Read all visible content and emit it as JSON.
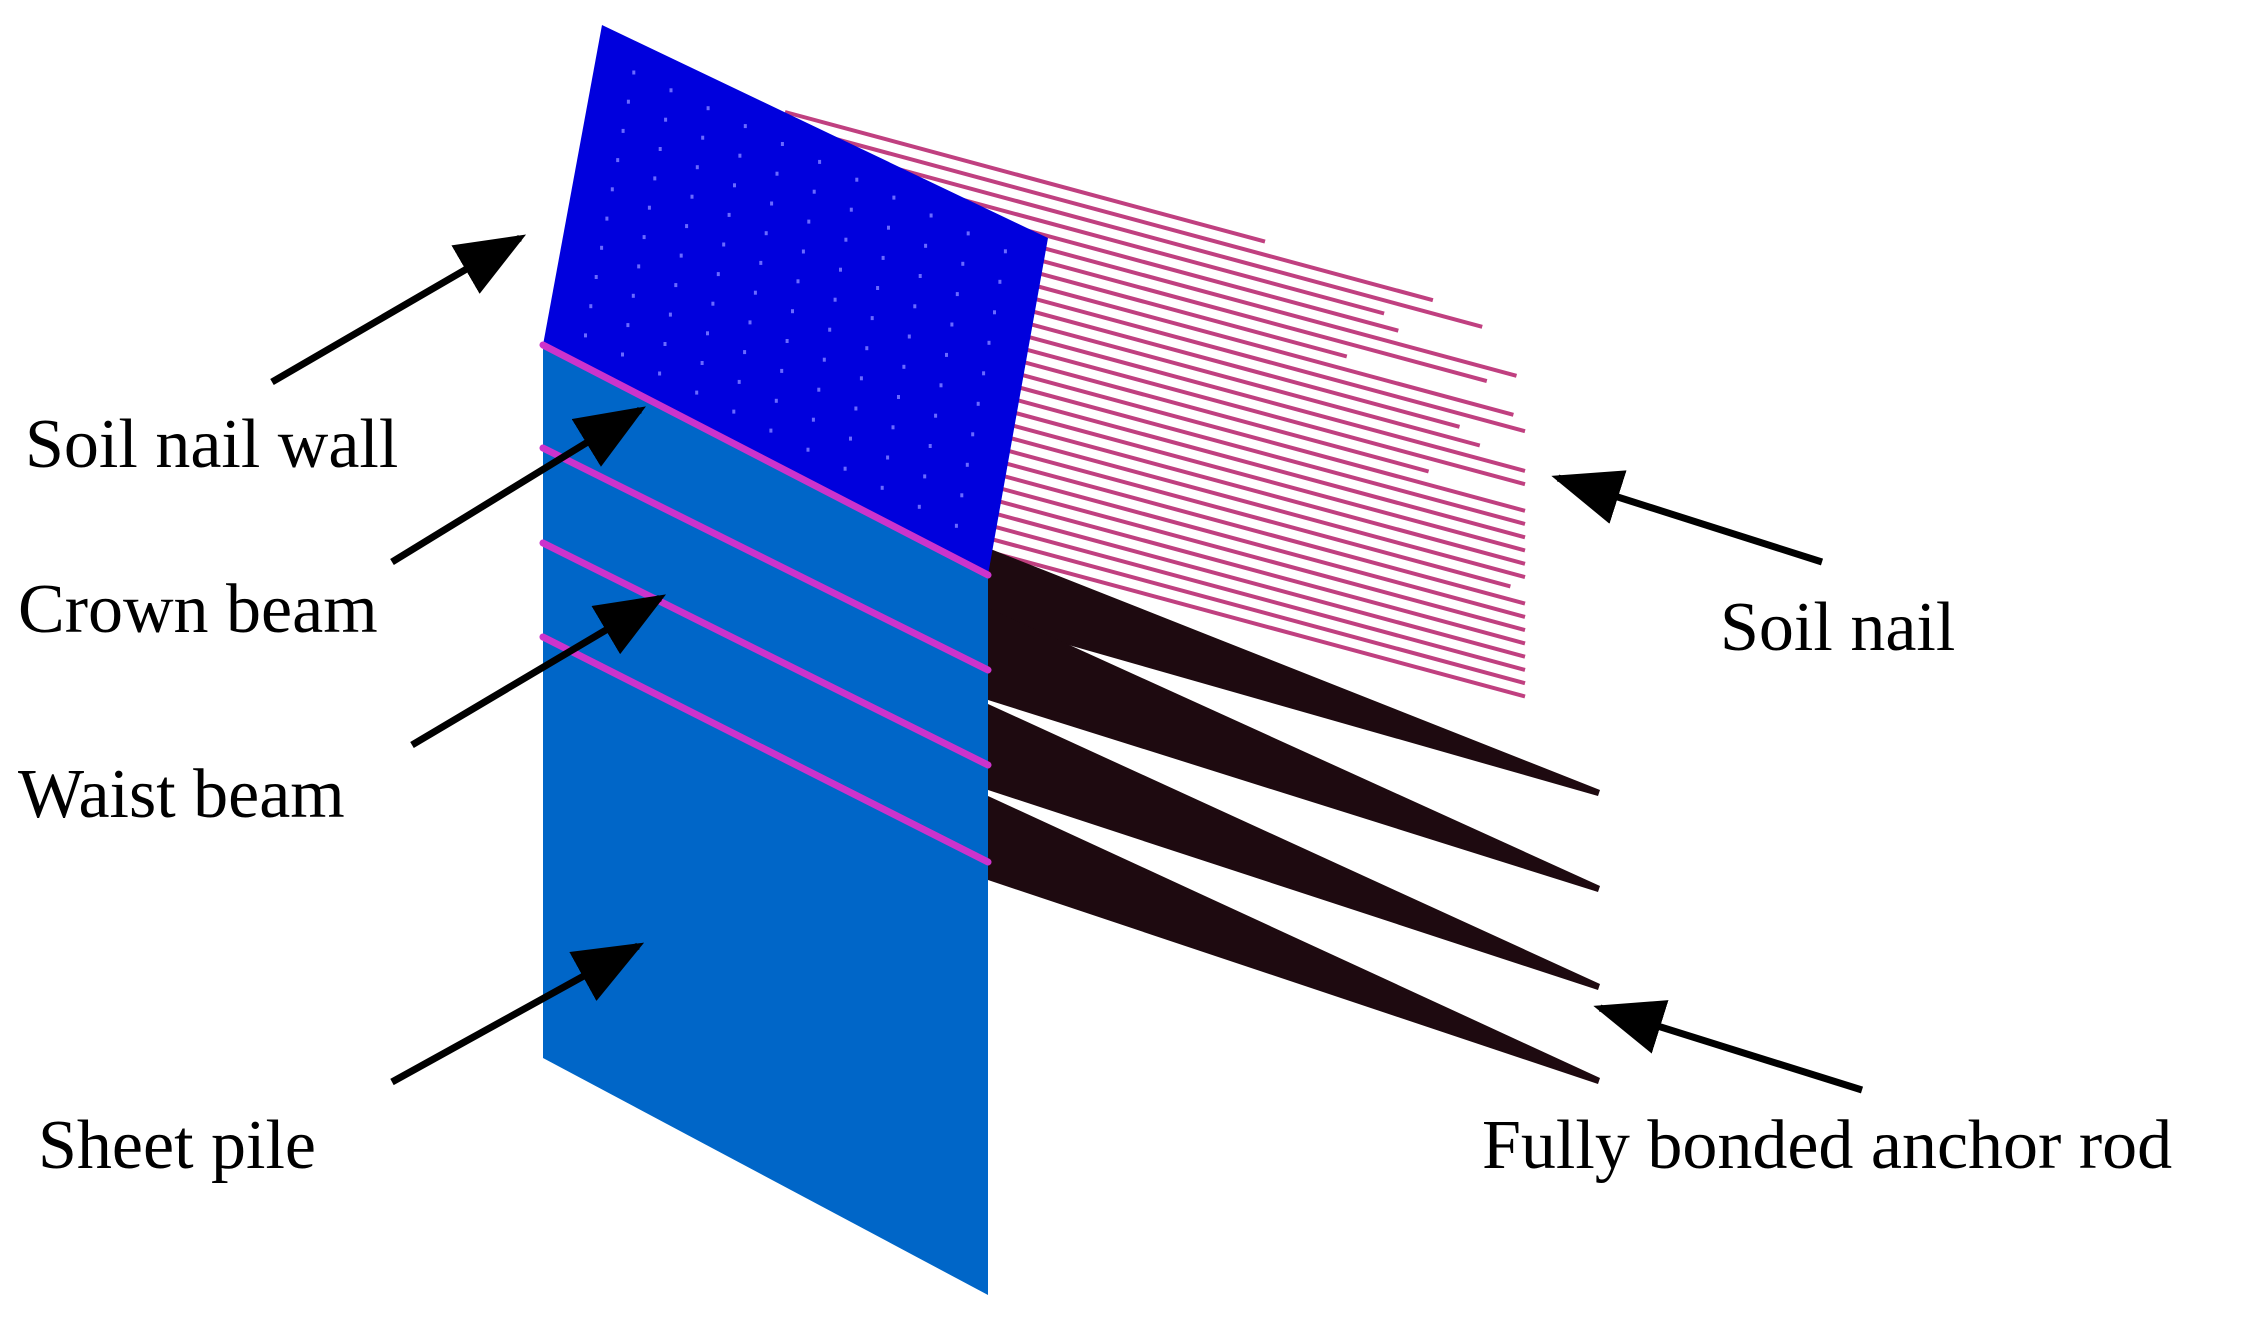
{
  "labels": {
    "soil_nail_wall": "Soil nail wall",
    "crown_beam": "Crown beam",
    "waist_beam": "Waist beam",
    "sheet_pile": "Sheet pile",
    "soil_nail": "Soil nail",
    "anchor_rod": "Fully bonded anchor rod"
  },
  "colors": {
    "soil_nail_wall": "#0000dd",
    "sheet_pile": "#0066c8",
    "beam": "#cc33cc",
    "soil_nail": "#c04080",
    "anchor_rod": "#1e0a10",
    "arrow": "#000000"
  }
}
